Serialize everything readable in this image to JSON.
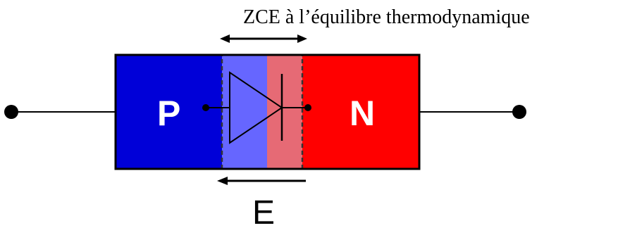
{
  "labels": {
    "zce_caption": "ZCE  à l’équilibre thermodynamique",
    "p_region": "P",
    "n_region": "N",
    "field": "E"
  },
  "colors": {
    "p_region": "#0000d8",
    "n_region": "#ff0000",
    "zce_p_side": "#6666ff",
    "zce_n_side": "#e66a75",
    "outline": "#000000",
    "region_text": "#ffffff",
    "dashed": "#333333"
  },
  "icons": {
    "diode_symbol": "diode-icon",
    "zce_width_arrow": "double-arrow-icon",
    "field_arrow": "left-arrow-icon"
  }
}
